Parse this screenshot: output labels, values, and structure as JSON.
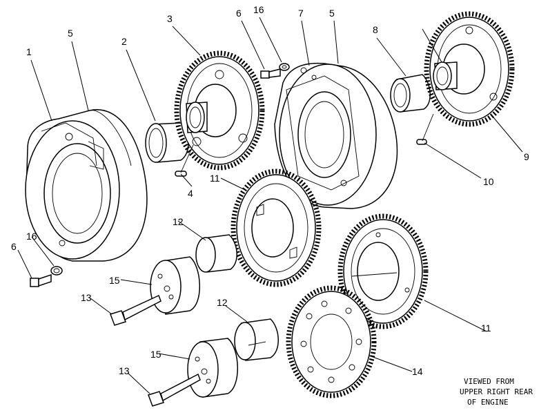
{
  "labels": {
    "l1": "1",
    "l2": "2",
    "l3": "3",
    "l4": "4",
    "l5a": "5",
    "l5b": "5",
    "l6a": "6",
    "l6b": "6",
    "l7": "7",
    "l8": "8",
    "l9": "9",
    "l10": "10",
    "l11a": "11",
    "l11b": "11",
    "l12a": "12",
    "l12b": "12",
    "l13a": "13",
    "l13b": "13",
    "l14": "14",
    "l15a": "15",
    "l15b": "15",
    "l16a": "16",
    "l16b": "16"
  },
  "caption": {
    "line1": "VIEWED FROM",
    "line2": "UPPER RIGHT REAR",
    "line3": "OF ENGINE"
  }
}
